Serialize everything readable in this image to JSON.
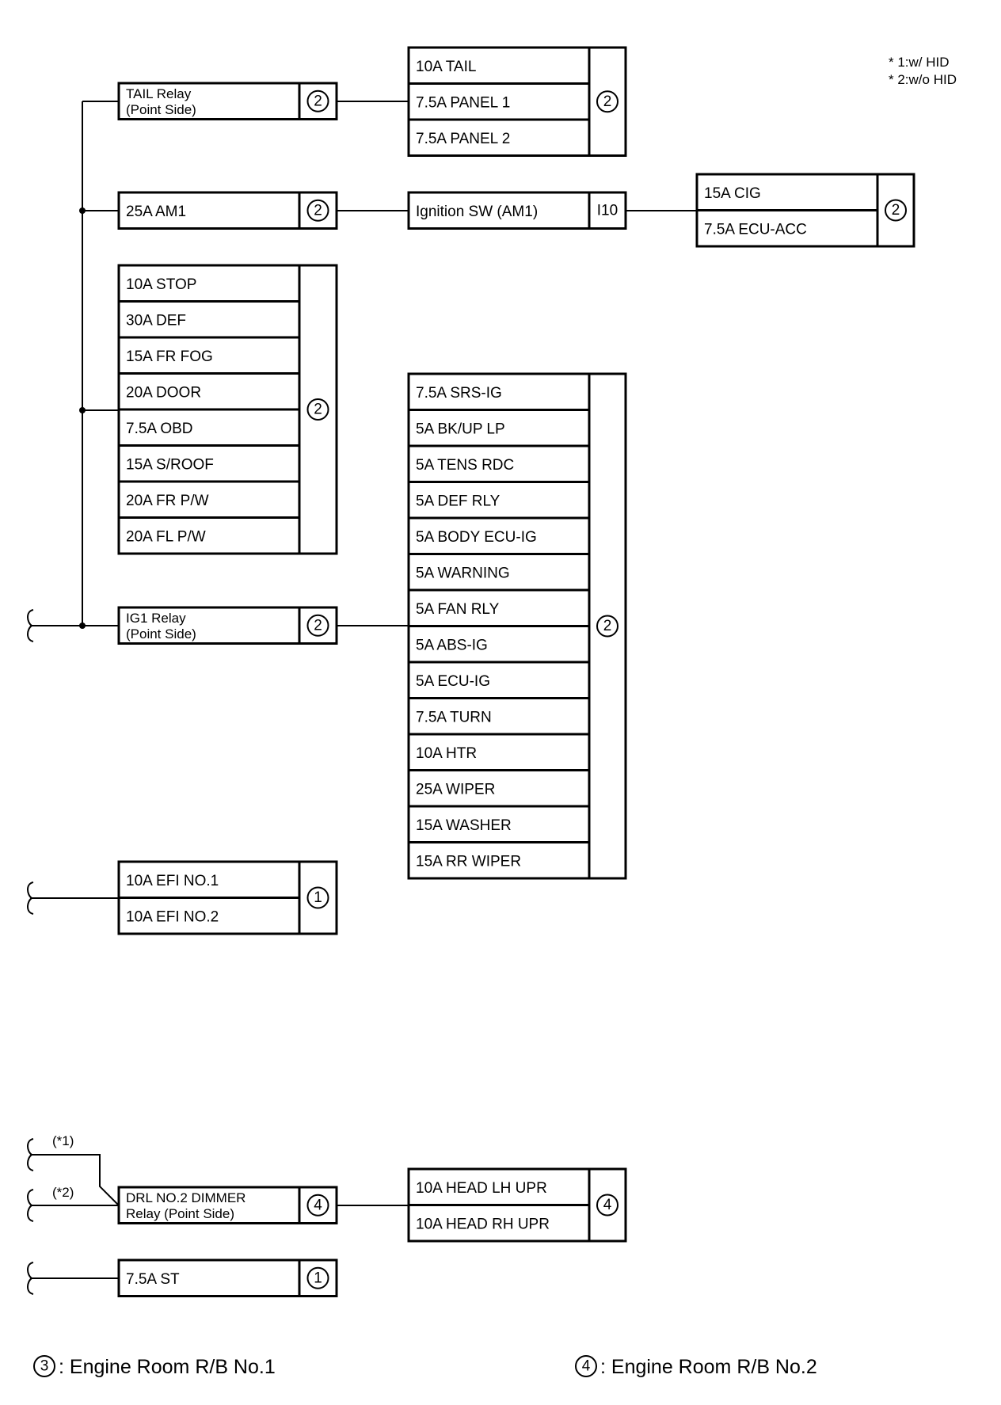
{
  "notes": [
    "* 1:w/ HID",
    "* 2:w/o HID"
  ],
  "groups": {
    "tail_relay": {
      "lines": [
        "TAIL Relay",
        "(Point Side)"
      ],
      "ref": "2"
    },
    "tail_fuses": {
      "items": [
        "10A TAIL",
        "7.5A PANEL 1",
        "7.5A PANEL 2"
      ],
      "ref": "2"
    },
    "am1": {
      "items": [
        "25A AM1"
      ],
      "ref": "2"
    },
    "ignition_sw": {
      "label": "Ignition SW (AM1)",
      "ref": "I10"
    },
    "acc_fuses": {
      "items": [
        "15A CIG",
        "7.5A ECU-ACC"
      ],
      "ref": "2"
    },
    "batt_fuses": {
      "items": [
        "10A STOP",
        "30A DEF",
        "15A FR FOG",
        "20A DOOR",
        "7.5A OBD",
        "15A S/ROOF",
        "20A FR P/W",
        "20A FL P/W"
      ],
      "ref": "2"
    },
    "ig1_relay": {
      "lines": [
        "IG1 Relay",
        "(Point Side)"
      ],
      "ref": "2"
    },
    "ig_fuses": {
      "items": [
        "7.5A SRS-IG",
        "5A BK/UP LP",
        "5A TENS RDC",
        "5A DEF RLY",
        "5A BODY ECU-IG",
        "5A WARNING",
        "5A FAN RLY",
        "5A ABS-IG",
        "5A ECU-IG",
        "7.5A TURN",
        "10A HTR",
        "25A WIPER",
        "15A WASHER",
        "15A RR WIPER"
      ],
      "ref": "2"
    },
    "efi_fuses": {
      "items": [
        "10A EFI NO.1",
        "10A EFI NO.2"
      ],
      "ref": "1"
    },
    "drl_relay": {
      "lines": [
        "DRL NO.2 DIMMER",
        "Relay (Point Side)"
      ],
      "ref": "4"
    },
    "head_fuses": {
      "items": [
        "10A HEAD LH UPR",
        "10A HEAD RH UPR"
      ],
      "ref": "4"
    },
    "st_fuse": {
      "items": [
        "7.5A ST"
      ],
      "ref": "1"
    }
  },
  "drl_inputs": [
    "(*1)",
    "(*2)"
  ],
  "legend": [
    {
      "num": "3",
      "text": ": Engine Room R/B No.1"
    },
    {
      "num": "4",
      "text": ": Engine Room R/B No.2"
    }
  ]
}
